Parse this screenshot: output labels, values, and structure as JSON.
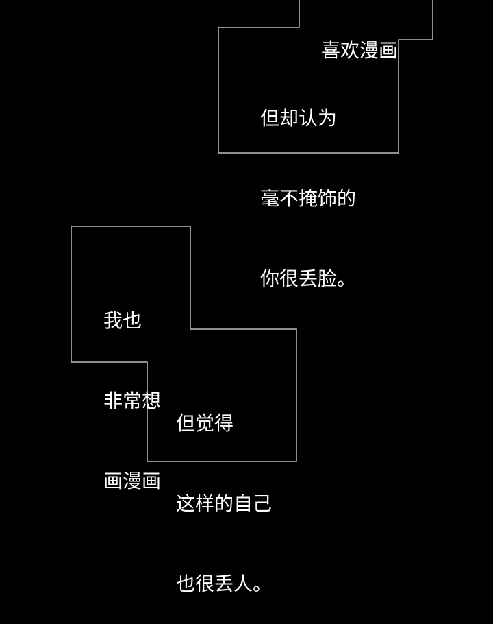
{
  "panels": [
    {
      "lines": [
        "喜欢漫画"
      ]
    },
    {
      "lines": [
        "但却认为",
        "毫不掩饰的",
        "你很丢脸。"
      ]
    },
    {
      "lines": [
        "我也",
        "非常想",
        "画漫画"
      ]
    },
    {
      "lines": [
        "但觉得",
        "这样的自己",
        "也很丢人。"
      ]
    }
  ],
  "colors": {
    "background": "#000000",
    "border": "#bdbdbd",
    "text": "#ffffff"
  }
}
